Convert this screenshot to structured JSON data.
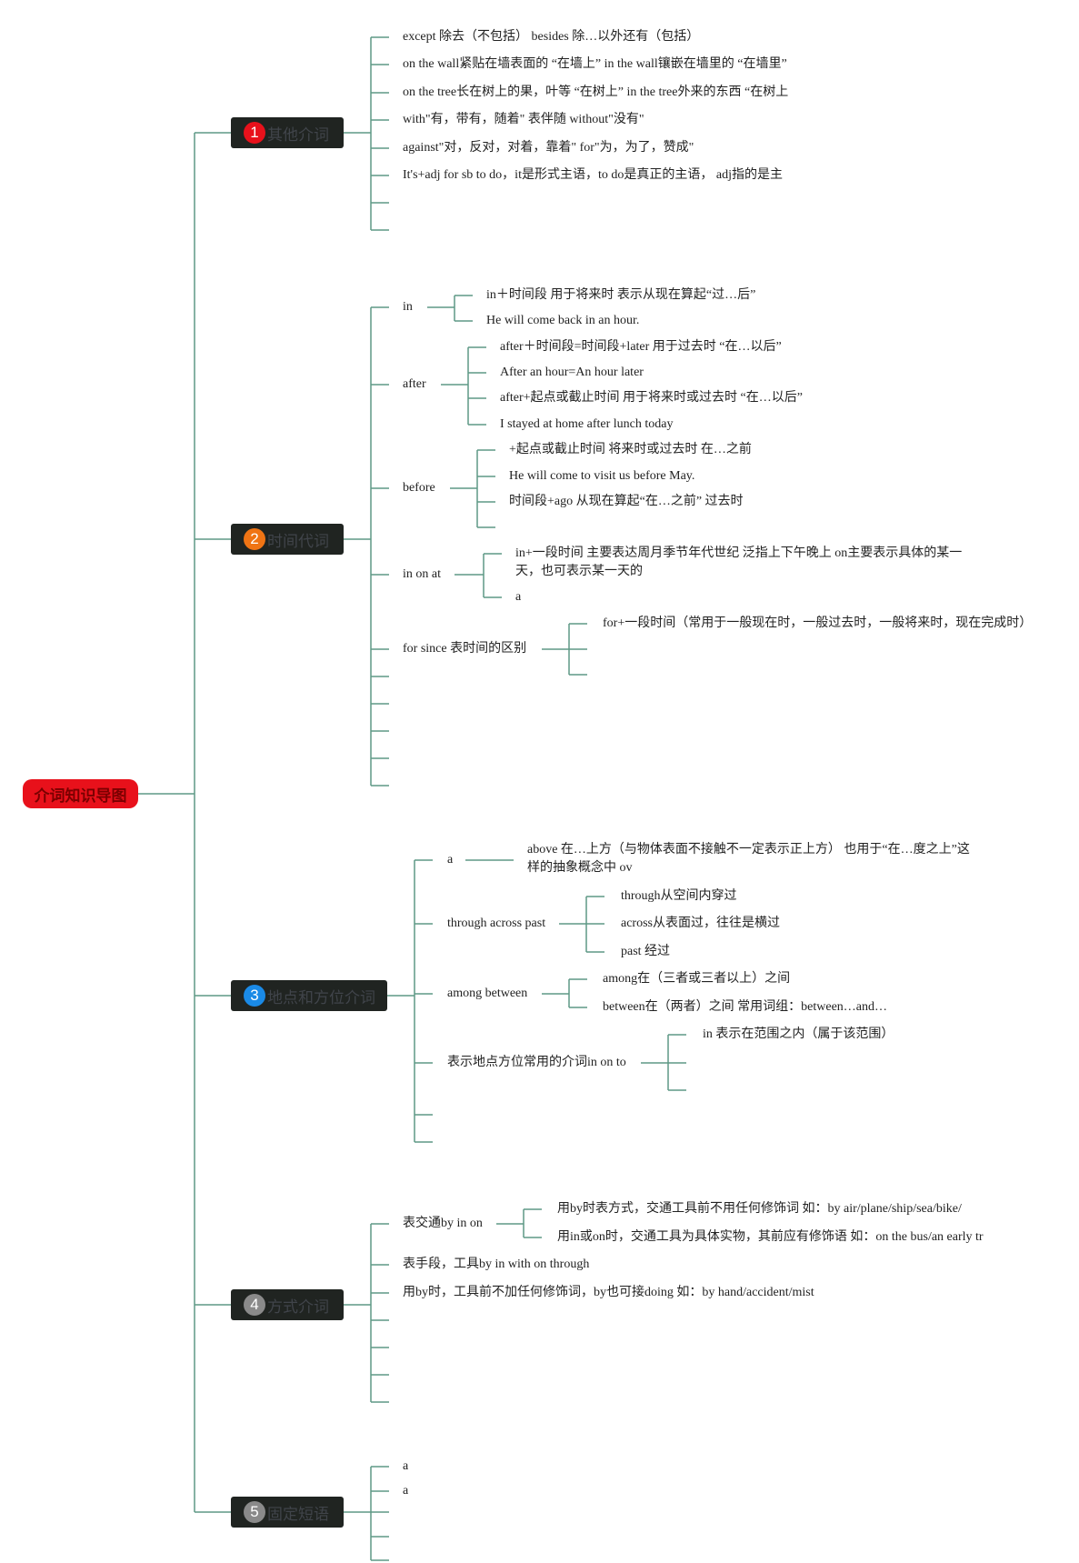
{
  "root": {
    "label": "介词知识导图",
    "color": "#e8111b"
  },
  "line_color": "#5e9985",
  "categories": [
    {
      "num": "1",
      "label": "其他介词",
      "badge_color": "#e8111b"
    },
    {
      "num": "2",
      "label": "时间代词",
      "badge_color": "#f07414"
    },
    {
      "num": "3",
      "label": "地点和方位介词",
      "badge_color": "#1a8ae6"
    },
    {
      "num": "4",
      "label": "方式介词",
      "badge_color": "#8a8a8a"
    },
    {
      "num": "5",
      "label": "固定短语",
      "badge_color": "#8a8a8a"
    }
  ],
  "other": [
    "except 除去（不包括） besides 除…以外还有（包括）",
    "on the wall紧贴在墙表面的 “在墙上” in the wall镶嵌在墙里的 “在墙里”",
    "on the tree长在树上的果，叶等 “在树上” in the tree外来的东西 “在树上",
    "with\"有，带有，随着\" 表伴随 without\"没有\"",
    "against\"对，反对，对着，靠着\" for\"为，为了，赞成\"",
    "It's+adj for sb to do，it是形式主语，to do是真正的主语， adj指的是主"
  ],
  "time": {
    "in": {
      "label": "in",
      "items": [
        "in＋时间段 用于将来时 表示从现在算起“过…后”",
        "He will come back in an hour."
      ]
    },
    "after": {
      "label": "after",
      "items": [
        "after＋时间段=时间段+later 用于过去时 “在…以后”",
        "After an hour=An hour later",
        "after+起点或截止时间 用于将来时或过去时 “在…以后”",
        "I stayed at home after lunch today"
      ]
    },
    "before": {
      "label": "before",
      "items": [
        "+起点或截止时间 将来时或过去时 在…之前",
        "He will come to visit us before May.",
        "时间段+ago 从现在算起“在…之前” 过去时"
      ]
    },
    "inonat": {
      "label": "in on at",
      "items": [
        "in+一段时间 主要表达周月季节年代世纪 泛指上下午晚上 on主要表示具体的某一天，也可表示某一天的",
        "a"
      ]
    },
    "forsince": {
      "label": "for since 表时间的区别",
      "items": [
        "for+一段时间（常用于一般现在时，一般过去时，一般将来时，现在完成时）"
      ]
    }
  },
  "place": {
    "a": {
      "label": "a",
      "items": [
        "above 在…上方（与物体表面不接触不一定表示正上方） 也用于“在…度之上”这样的抽象概念中 ov"
      ]
    },
    "through": {
      "label": "through across past",
      "items": [
        "through从空间内穿过",
        "across从表面过，往往是横过",
        "past 经过"
      ]
    },
    "among": {
      "label": "among between",
      "items": [
        "among在（三者或三者以上）之间",
        "between在（两者）之间 常用词组：between…and…"
      ]
    },
    "common": {
      "label": "表示地点方位常用的介词in on to",
      "items": [
        "in 表示在范围之内（属于该范围）"
      ]
    }
  },
  "manner": {
    "traffic": {
      "label": "表交通by in on",
      "items": [
        "用by时表方式，交通工具前不用任何修饰词 如：by air/plane/ship/sea/bike/",
        "用in或on时，交通工具为具体实物，其前应有修饰语 如：on the bus/an early tr"
      ]
    },
    "items": [
      "表手段，工具by in with on through",
      "用by时，工具前不加任何修饰词，by也可接doing 如：by hand/accident/mist"
    ]
  },
  "fixed": [
    "a",
    "a"
  ]
}
